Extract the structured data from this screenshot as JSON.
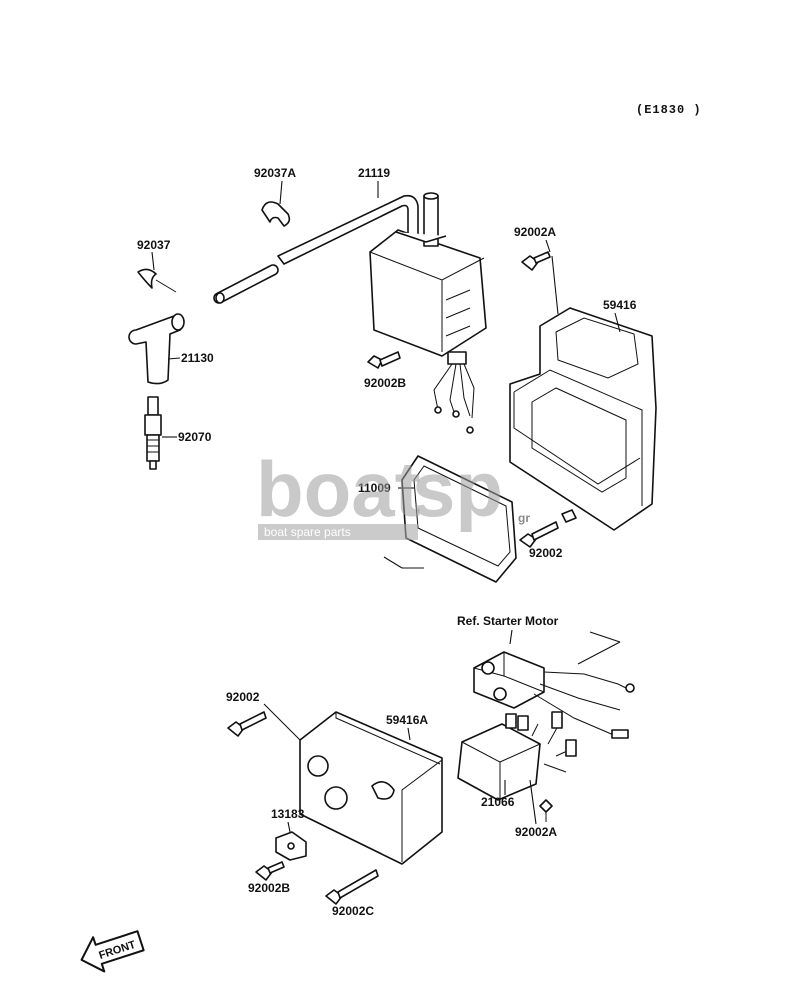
{
  "diagram_code": "(E1830 )",
  "parts": {
    "clamp_top": "92037A",
    "tube": "21119",
    "clip": "92037",
    "bolt_a_top": "92002A",
    "case_top": "59416",
    "cap": "21130",
    "bolt_b_mid": "92002B",
    "plug": "92070",
    "gasket": "11009",
    "bolt_mid": "92002",
    "bolt_left": "92002",
    "cover": "59416A",
    "plate": "13183",
    "bolt_b_low": "92002B",
    "bolt_c": "92002C",
    "regulator": "21066",
    "bolt_a_low": "92002A"
  },
  "starter_ref": "Ref. Starter Motor",
  "watermark": {
    "brand_a": "boat",
    "brand_b": "sp",
    "suffix": "gr",
    "tagline": "boat spare parts"
  },
  "front_label": "FRONT"
}
